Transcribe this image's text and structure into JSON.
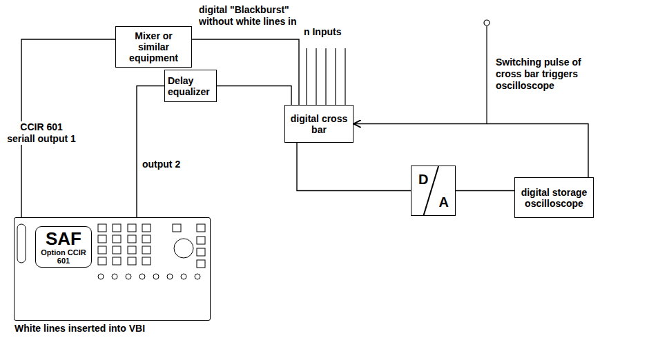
{
  "diagram": {
    "nodes": [
      {
        "text": [
          "Mixer or similar equipment"
        ]
      },
      {
        "text": [
          "Delay equalizer"
        ]
      },
      {
        "text": [
          "digital cross bar"
        ]
      },
      {
        "text": [
          "D",
          "A"
        ]
      },
      {
        "text": [
          "digital storage oscilloscope"
        ]
      },
      {
        "text": [
          "White lines inserted into VBI"
        ]
      },
      {
        "text": [
          "SAF",
          "Option CCIR 601"
        ],
        "in": 5
      }
    ],
    "edges": [
      {
        "from": 5,
        "to": 0,
        "arrow": "none"
      },
      {
        "from": 5,
        "to": 1,
        "arrow": "none"
      },
      {
        "from": 0,
        "to": 2,
        "arrow": "none"
      },
      {
        "from": 1,
        "to": 2,
        "arrow": "none"
      },
      {
        "from": 2,
        "to": 3,
        "arrow": "none"
      },
      {
        "from": 3,
        "to": 4,
        "arrow": "none"
      },
      {
        "from": 4,
        "to": 2,
        "arrow": "to"
      }
    ],
    "labels": [
      "digital \"Blackburst\" without white lines in",
      "n Inputs",
      "Switching pulse of cross bar triggers oscilloscope",
      "CCIR 601 seriall output 1",
      "output 2"
    ]
  }
}
